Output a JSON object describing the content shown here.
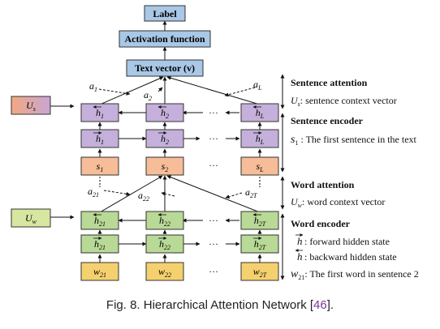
{
  "top_boxes": {
    "label": "Label",
    "activation": "Activation function",
    "text_vector": "Text vector (v)"
  },
  "context_vectors": {
    "us": "U",
    "us_sub": "s",
    "uw": "U",
    "uw_sub": "w"
  },
  "sentence_attention_weights": [
    {
      "base": "a",
      "sub": "1"
    },
    {
      "base": "a",
      "sub": "2"
    },
    {
      "base": "a",
      "sub": "L"
    }
  ],
  "word_attention_weights": [
    {
      "base": "a",
      "sub": "21"
    },
    {
      "base": "a",
      "sub": "22"
    },
    {
      "base": "a",
      "sub": "2T"
    }
  ],
  "sentence_backward_row": [
    {
      "base": "h",
      "sub": "1"
    },
    {
      "base": "h",
      "sub": "2"
    },
    {
      "base": "h",
      "sub": "L"
    }
  ],
  "sentence_forward_row": [
    {
      "base": "h",
      "sub": "1"
    },
    {
      "base": "h",
      "sub": "2"
    },
    {
      "base": "h",
      "sub": "L"
    }
  ],
  "sentence_inputs": [
    {
      "base": "s",
      "sub": "1"
    },
    {
      "base": "s",
      "sub": "2"
    },
    {
      "base": "s",
      "sub": "L"
    }
  ],
  "word_backward_row": [
    {
      "base": "h",
      "sub": "21"
    },
    {
      "base": "h",
      "sub": "22"
    },
    {
      "base": "h",
      "sub": "2T"
    }
  ],
  "word_forward_row": [
    {
      "base": "h",
      "sub": "21"
    },
    {
      "base": "h",
      "sub": "22"
    },
    {
      "base": "h",
      "sub": "2T"
    }
  ],
  "word_inputs": [
    {
      "base": "w",
      "sub": "21"
    },
    {
      "base": "w",
      "sub": "22"
    },
    {
      "base": "w",
      "sub": "2T"
    }
  ],
  "ellipsis": "···",
  "dots_vertical": "⋮",
  "legend": {
    "sentence_attention_title": "Sentence attention",
    "us_desc_base": "U",
    "us_desc_sub": "s",
    "us_desc_text": ": sentence context vector",
    "sentence_encoder_title": "Sentence encoder",
    "s1_base": "s",
    "s1_sub": "1",
    "s1_text": " : The first sentence in the text",
    "word_attention_title": "Word attention",
    "uw_desc_base": "U",
    "uw_desc_sub": "w",
    "uw_desc_text": ": word context vector",
    "word_encoder_title": "Word encoder",
    "forward_text": " : forward hidden state",
    "backward_text": " : backward hidden state",
    "w21_base": "w",
    "w21_sub": "21",
    "w21_text": ": The first word in sentence 2"
  },
  "caption": {
    "main": "Fig. 8.  Hierarchical Attention Network [",
    "ref": "46",
    "end": "]."
  },
  "colors": {
    "blue_fill": "#a9c7e6",
    "purple_fill": "#c4b0da",
    "orange_fill": "#f6bd98",
    "green_fill": "#b9d996",
    "yellow_fill": "#f5d06e",
    "us_fill_left": "#f2a882",
    "us_fill_right": "#c8a6d4",
    "uw_fill": "#d7e6a0"
  }
}
